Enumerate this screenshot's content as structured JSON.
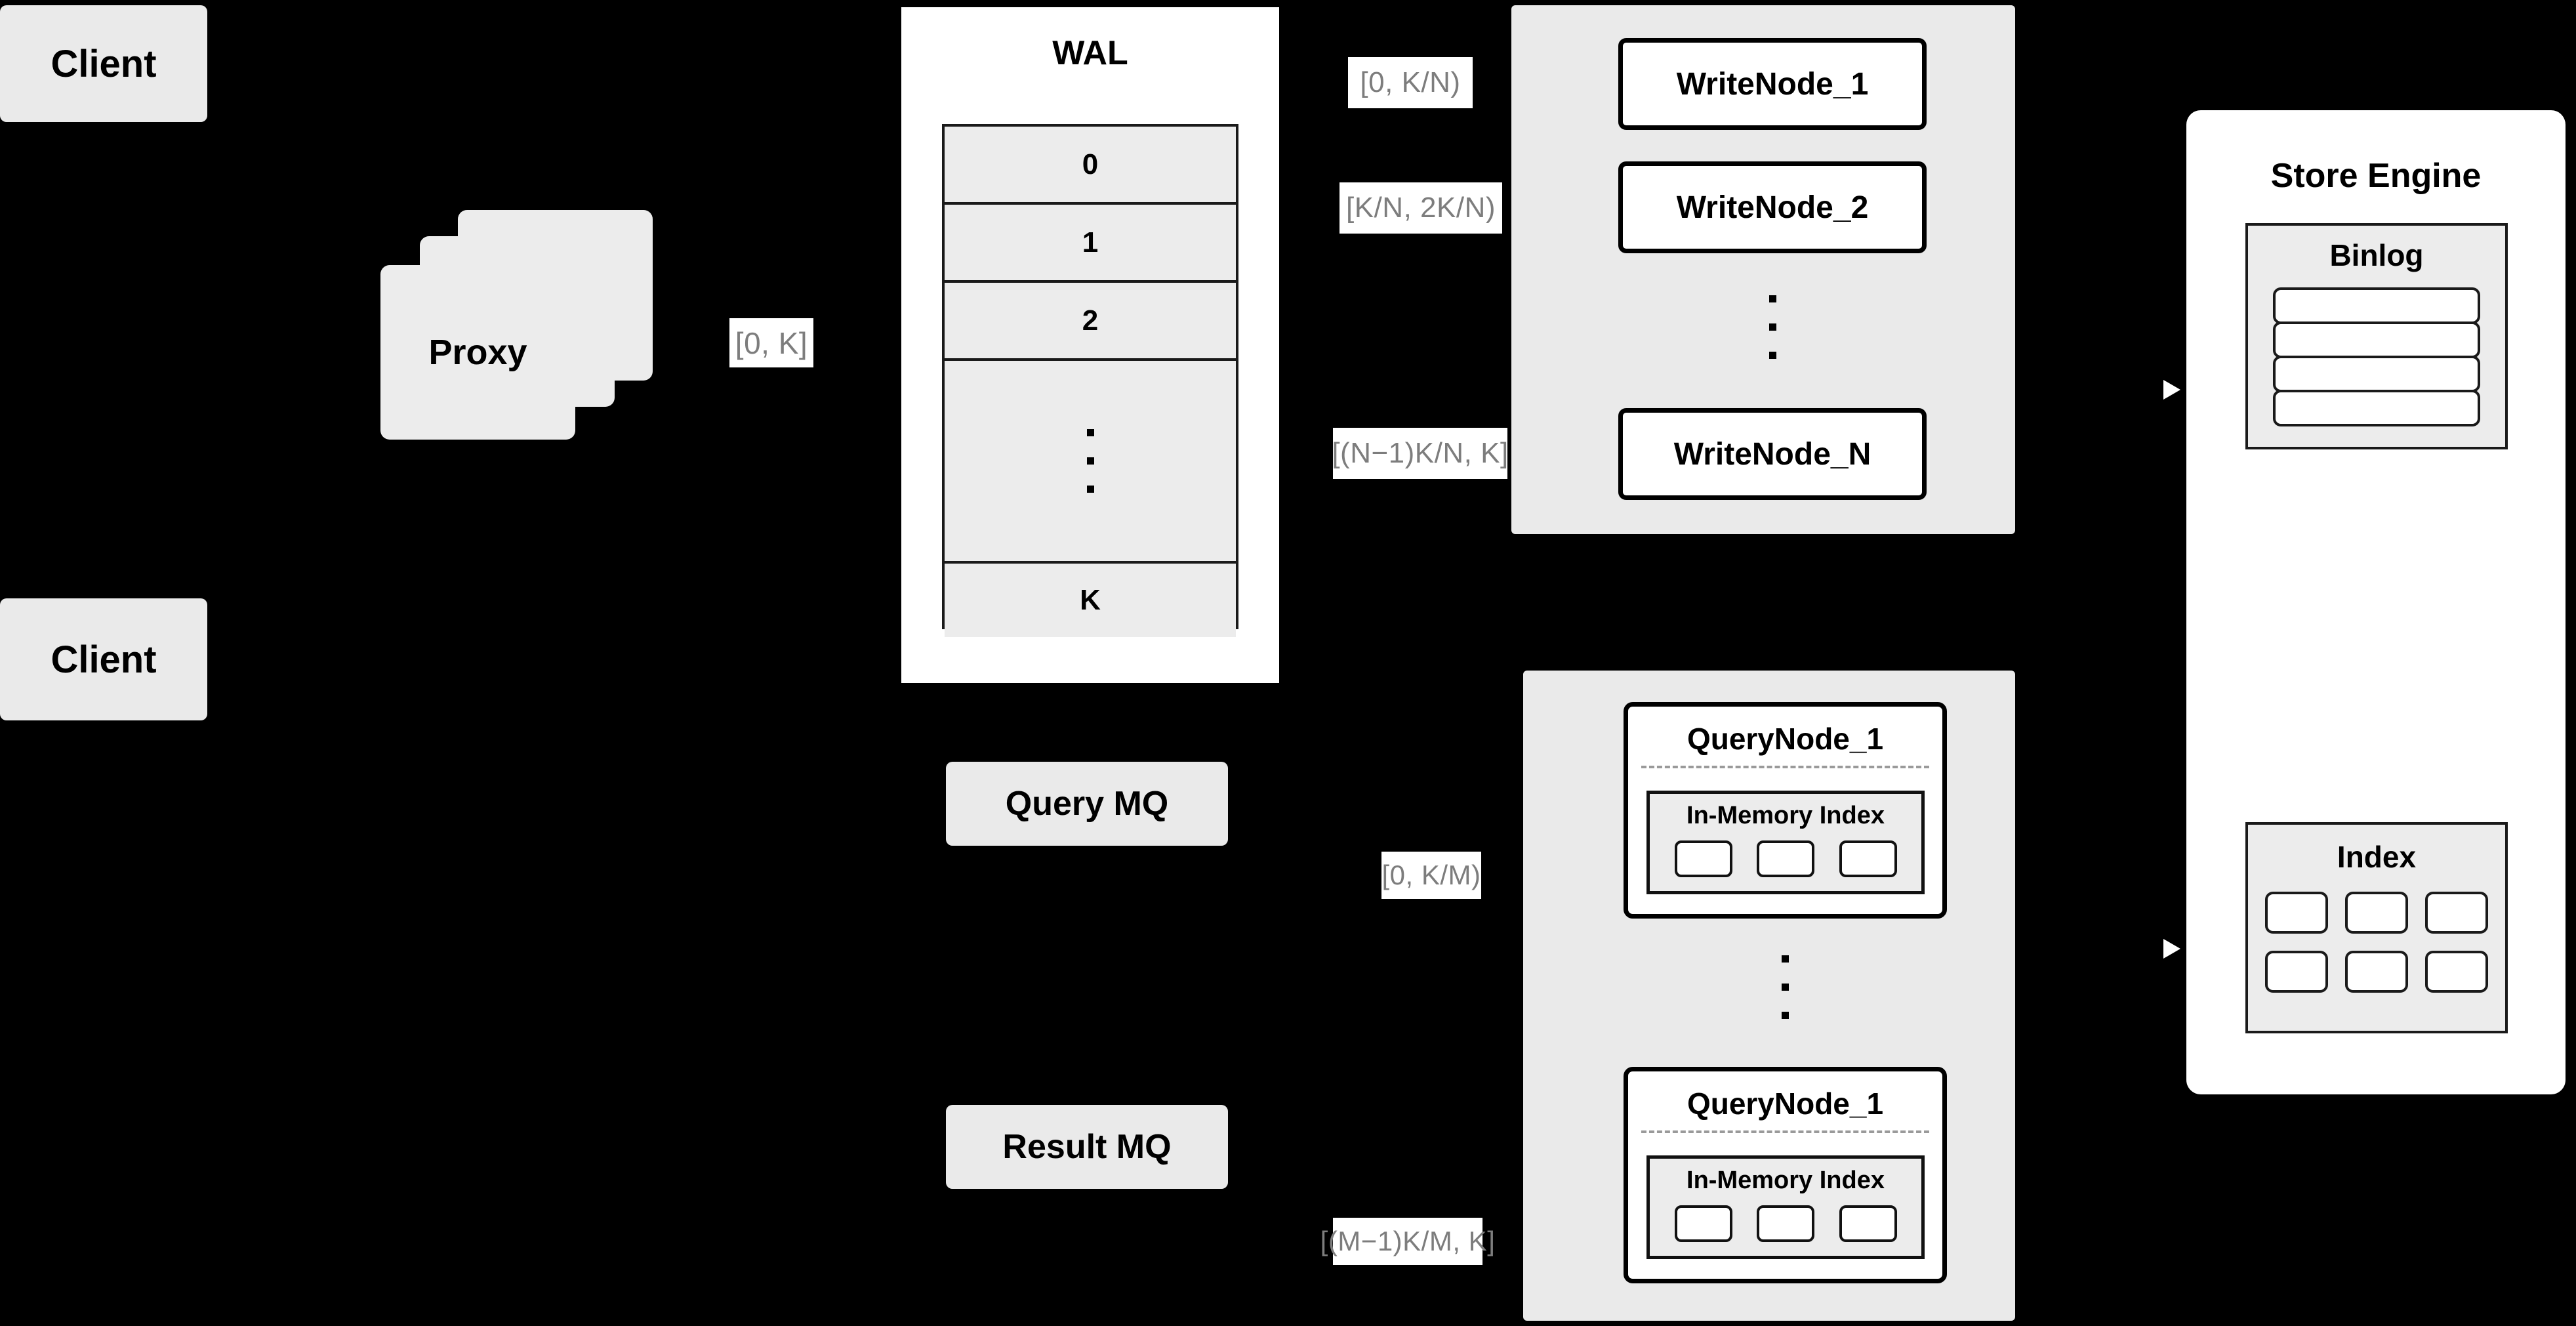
{
  "diagram": {
    "title": "Distributed Vector Database Write/Query Architecture",
    "colors": {
      "background": "#000000",
      "box_gray": "#eaeaea",
      "box_white": "#ffffff",
      "border_black": "#000000",
      "label_text_gray": "#7d7d7d",
      "dashed_separator": "#9a9a9a"
    }
  },
  "clients": [
    {
      "label": "Client"
    },
    {
      "label": "Client"
    }
  ],
  "proxy": {
    "label": "Proxy",
    "stack_count": 3
  },
  "proxy_range_label": "[0, K]",
  "wal": {
    "title": "WAL",
    "rows": [
      "0",
      "1",
      "2",
      "",
      "K"
    ],
    "ellipsis_row_index": 3,
    "ellipsis_dots": 3
  },
  "write_cluster": {
    "nodes": [
      {
        "label": "WriteNode_1",
        "range": "[0,  K/N)"
      },
      {
        "label": "WriteNode_2",
        "range": "[K/N, 2K/N)"
      },
      {
        "label": "WriteNode_N",
        "range": "[(N−1)K/N,  K]"
      }
    ],
    "ellipsis_dots": 3
  },
  "query_mq": {
    "label": "Query MQ"
  },
  "result_mq": {
    "label": "Result MQ"
  },
  "query_cluster": {
    "nodes": [
      {
        "label": "QueryNode_1",
        "range": "[0, K/M)",
        "in_memory_index": {
          "title": "In-Memory Index",
          "cells": 3
        }
      },
      {
        "label": "QueryNode_1",
        "range": "[(M−1)K/M, K]",
        "in_memory_index": {
          "title": "In-Memory Index",
          "cells": 3
        }
      }
    ],
    "ellipsis_dots": 3
  },
  "store_engine": {
    "title": "Store Engine",
    "binlog": {
      "title": "Binlog",
      "bars": 4
    },
    "index": {
      "title": "Index",
      "cells": 6,
      "columns": 3,
      "rows": 2
    }
  }
}
